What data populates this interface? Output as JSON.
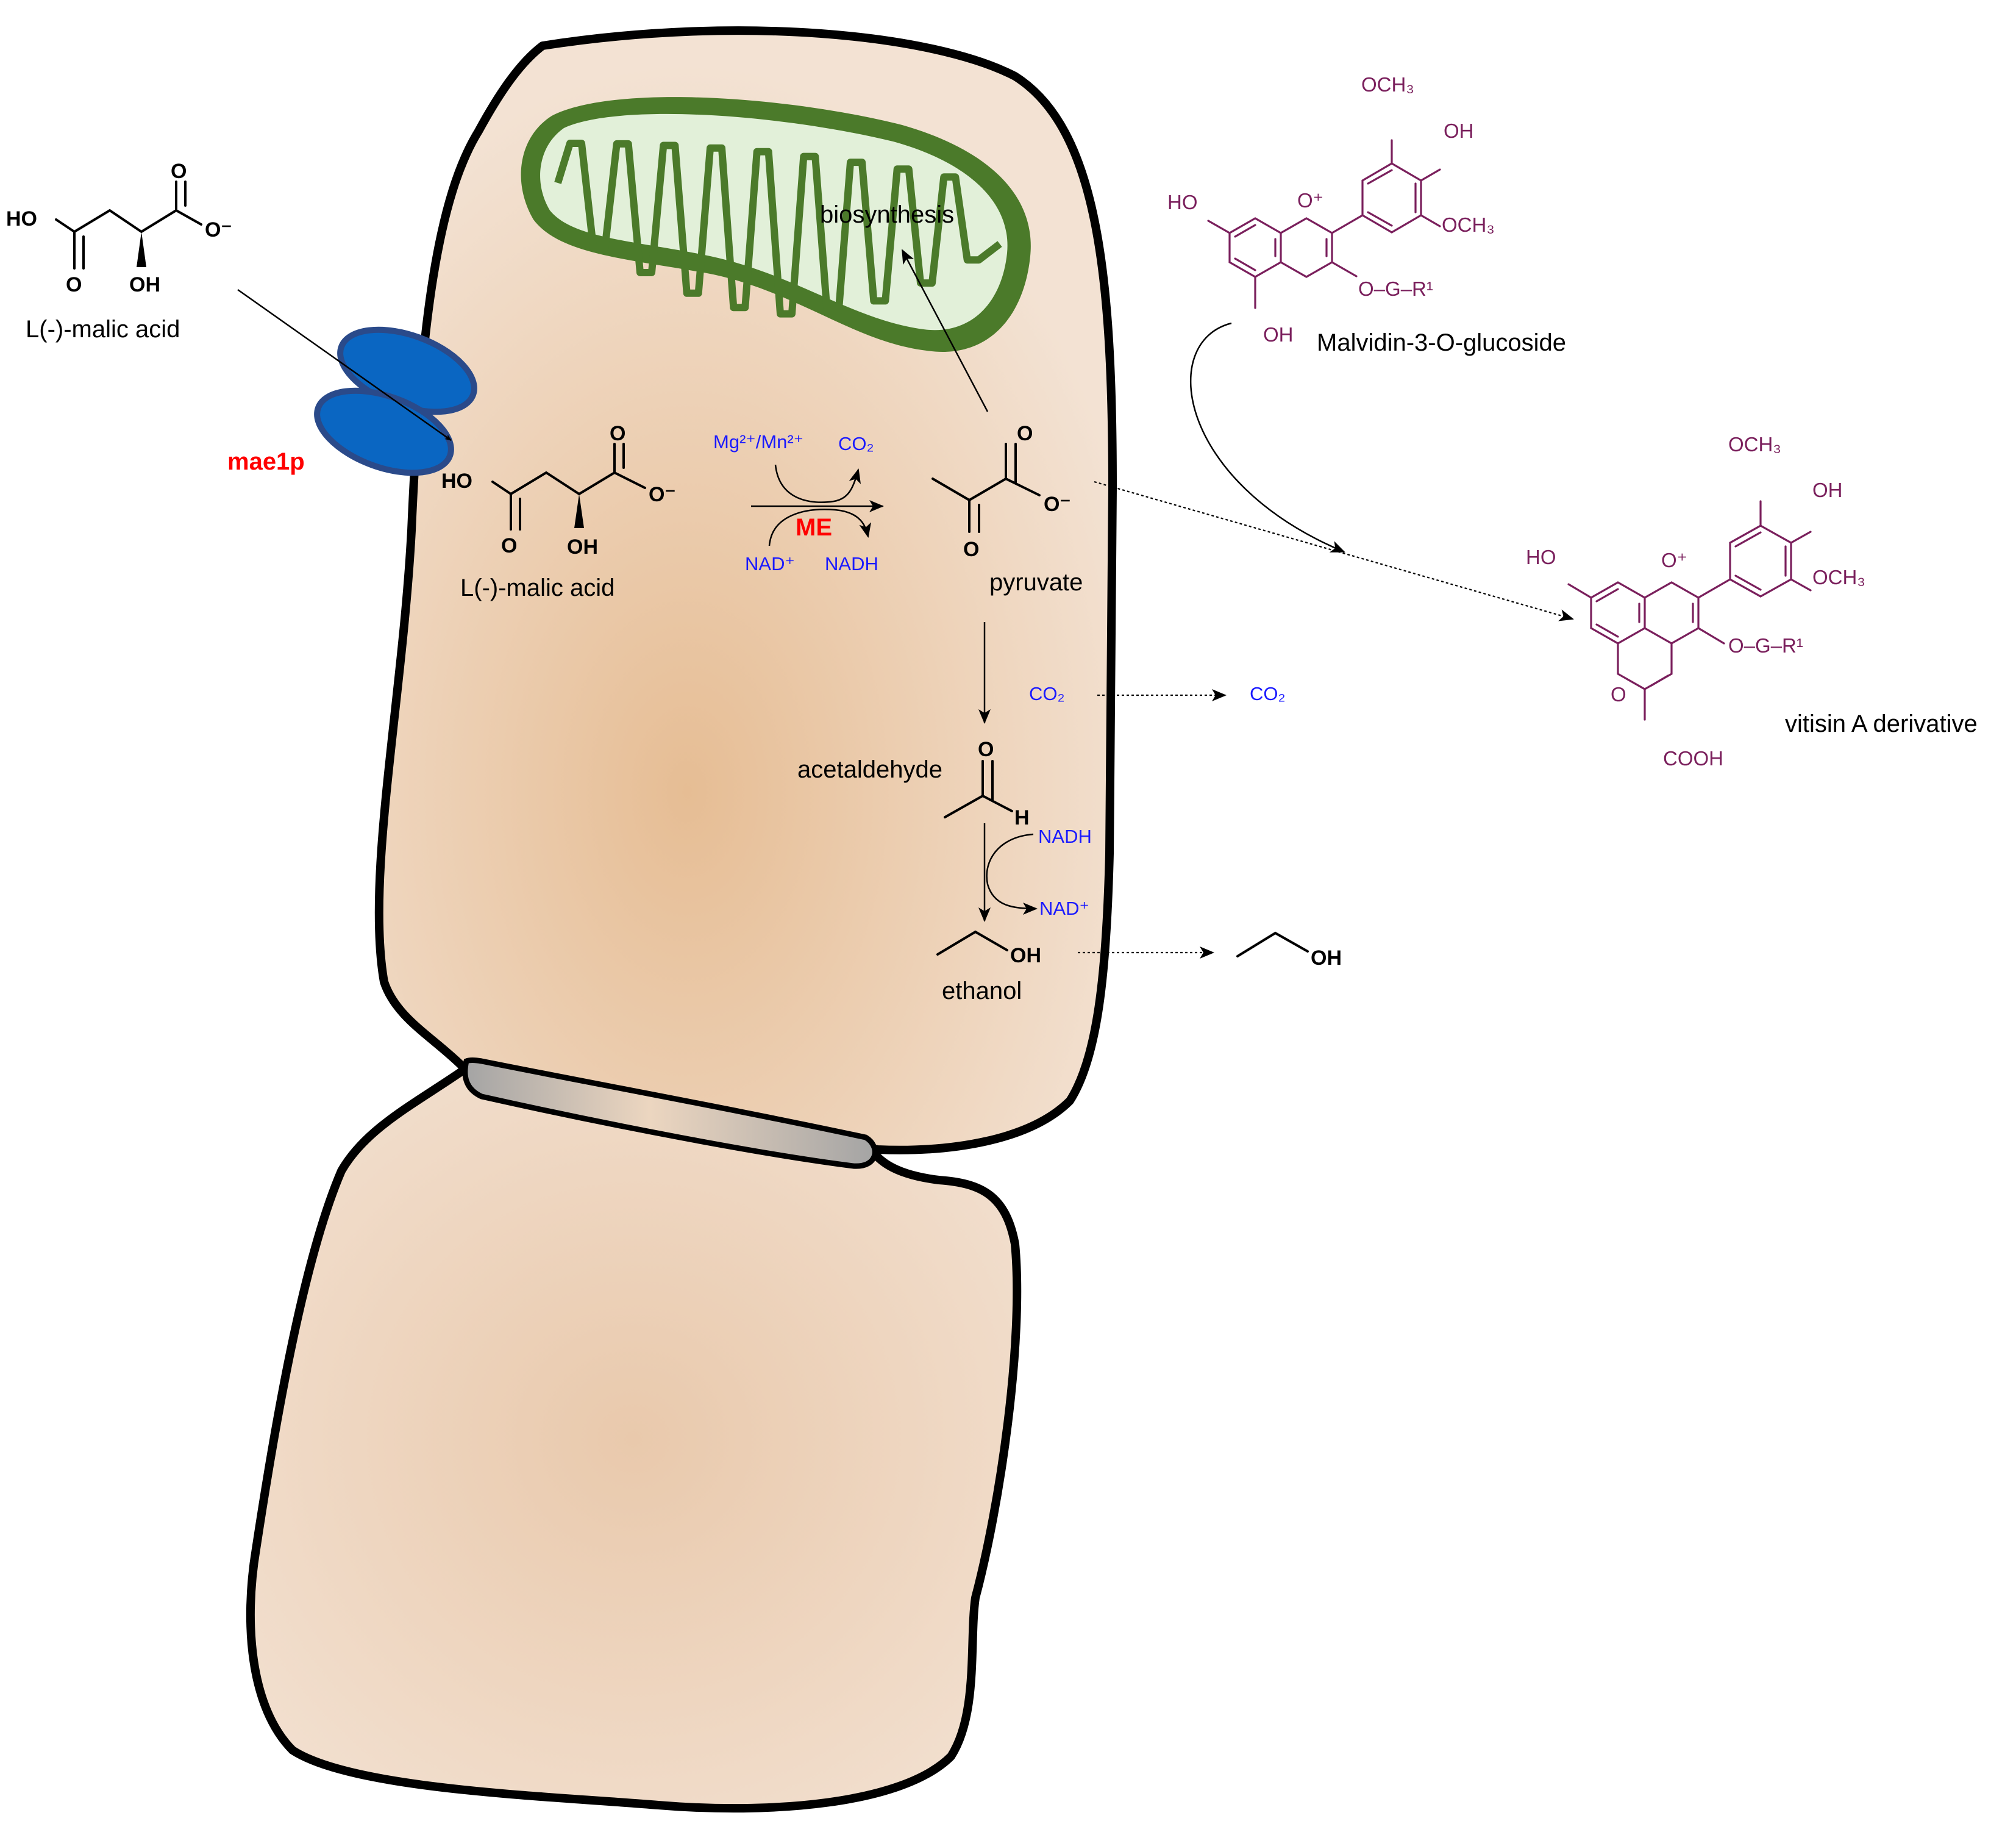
{
  "colors": {
    "cell_fill": "#e8c4a2",
    "cell_outline": "#000000",
    "mitochondrion_outer": "#4b7a2a",
    "mitochondrion_inner": "#e2f0d9",
    "transporter": "#0a66c2",
    "enzyme_label": "#ff0000",
    "cofactor_text": "#1a1aff",
    "anthocyanin": "#7a1f5c"
  },
  "external": {
    "malic_acid_label": "L(-)-malic acid",
    "malic_acid_atoms": {
      "ho": "HO",
      "o_left": "O",
      "o_right": "O",
      "o_minus": "O⁻",
      "oh": "OH"
    }
  },
  "transporter": {
    "label": "mae1p",
    "icon": "transporter-icon"
  },
  "cell": {
    "malic_acid_label": "L(-)-malic acid",
    "malic_atoms": {
      "ho": "HO",
      "o_left": "O",
      "o_right": "O",
      "o_minus": "O⁻",
      "oh": "OH"
    },
    "enzyme": "ME",
    "cofactor_top": "Mg²⁺/Mn²⁺",
    "co2_top": "CO₂",
    "nad_plus": "NAD⁺",
    "nadh": "NADH",
    "pyruvate_label": "pyruvate",
    "pyruvate_atoms": {
      "o_top": "O",
      "o_minus": "O⁻",
      "o_bottom": "O"
    },
    "biosynthesis": "biosynthesis",
    "co2_inside": "CO₂",
    "co2_outside": "CO₂",
    "acetaldehyde_label": "acetaldehyde",
    "acetaldehyde_atoms": {
      "o": "O",
      "h": "H"
    },
    "nadh_2": "NADH",
    "nad_plus_2": "NAD⁺",
    "ethanol_label": "ethanol",
    "ethanol_oh": "OH",
    "ethanol_out_oh": "OH"
  },
  "malvidin": {
    "label": "Malvidin-3-O-glucoside",
    "atoms": {
      "ho": "HO",
      "o_plus": "O⁺",
      "och3_top": "OCH₃",
      "oh": "OH",
      "och3_right": "OCH₃",
      "ogr": "O–G–R¹",
      "oh_bottom": "OH"
    }
  },
  "vitisin": {
    "label": "vitisin A derivative",
    "atoms": {
      "ho": "HO",
      "o_plus": "O⁺",
      "och3_top": "OCH₃",
      "oh": "OH",
      "och3_right": "OCH₃",
      "ogr": "O–G–R¹",
      "o_ring": "O",
      "cooh": "COOH"
    }
  }
}
